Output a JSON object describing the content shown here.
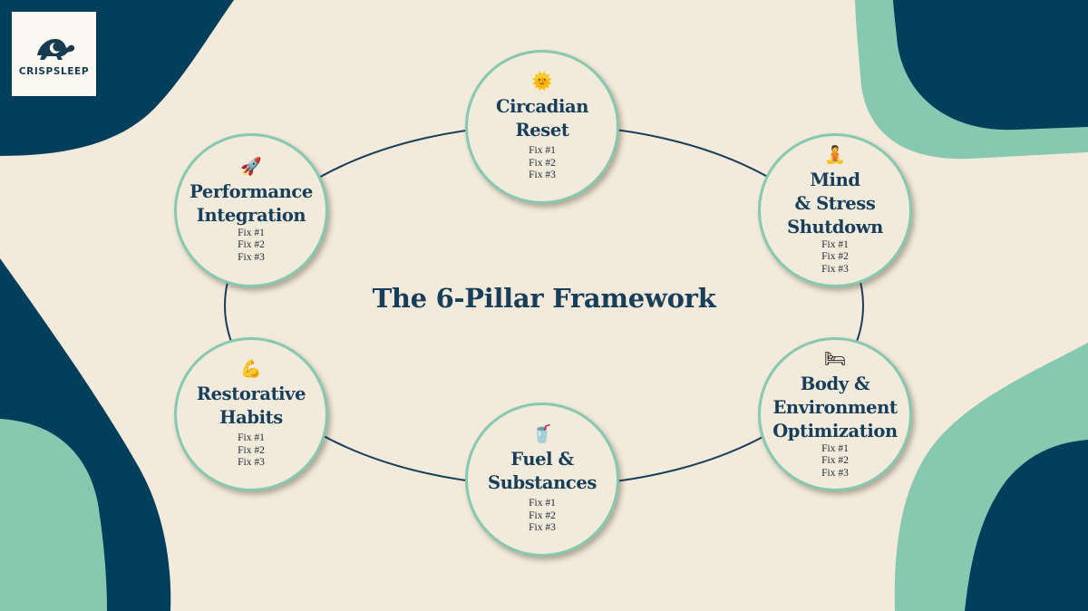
{
  "colors": {
    "background": "#f3eadb",
    "navy": "#003f5c",
    "mint": "#86c9b0",
    "text_navy": "#173f5c"
  },
  "logo": {
    "icon": "turtle-moon-icon",
    "text": "CRISPSLEEP"
  },
  "title": "The 6-Pillar Framework",
  "pillars": [
    {
      "id": "circadian",
      "icon": "sun-face-icon",
      "emoji": "🌞",
      "name_lines": [
        "Circadian",
        "Reset"
      ],
      "fixes": [
        "Fix #1",
        "Fix #2",
        "Fix #3"
      ]
    },
    {
      "id": "mind",
      "icon": "meditation-icon",
      "emoji": "🧘",
      "name_lines": [
        "Mind",
        "& Stress",
        "Shutdown"
      ],
      "fixes": [
        "Fix #1",
        "Fix #2",
        "Fix #3"
      ]
    },
    {
      "id": "body",
      "icon": "bed-icon",
      "emoji": "🛏",
      "name_lines": [
        "Body &",
        "Environment",
        "Optimization"
      ],
      "fixes": [
        "Fix #1",
        "Fix #2",
        "Fix #3"
      ]
    },
    {
      "id": "fuel",
      "icon": "drink-cup-icon",
      "emoji": "🥤",
      "name_lines": [
        "Fuel &",
        "Substances"
      ],
      "fixes": [
        "Fix #1",
        "Fix #2",
        "Fix #3"
      ]
    },
    {
      "id": "restorative",
      "icon": "flexed-biceps-icon",
      "emoji": "💪",
      "name_lines": [
        "Restorative",
        "Habits"
      ],
      "fixes": [
        "Fix #1",
        "Fix #2",
        "Fix #3"
      ]
    },
    {
      "id": "performance",
      "icon": "rocket-icon",
      "emoji": "🚀",
      "name_lines": [
        "Performance",
        "Integration"
      ],
      "fixes": [
        "Fix #1",
        "Fix #2",
        "Fix #3"
      ]
    }
  ]
}
